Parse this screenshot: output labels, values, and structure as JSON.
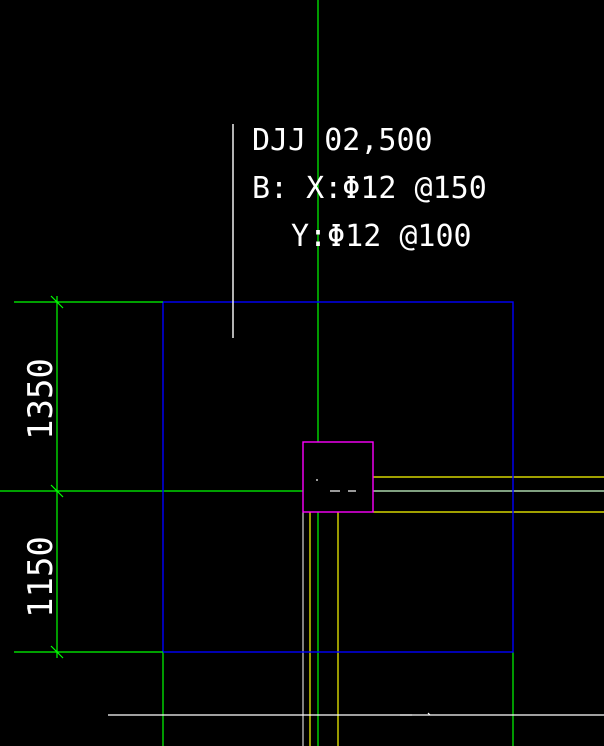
{
  "annotation": {
    "line1": "DJJ 02,500",
    "line2": "B:  X:Φ12 @150",
    "line3": "Y:Φ12 @100"
  },
  "dimensions": {
    "upper": "1350",
    "lower": "1150"
  },
  "colors": {
    "background": "#000000",
    "axis": "#00ff00",
    "footing": "#0000ff",
    "column": "#ff00ff",
    "beam": "#ffff00",
    "text": "#ffffff",
    "dimension": "#00ff00"
  }
}
